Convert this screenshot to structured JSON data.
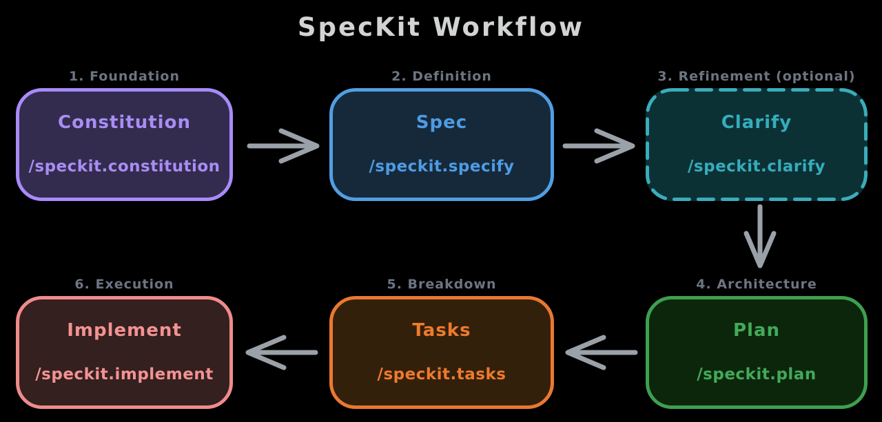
{
  "title": "SpecKit Workflow",
  "colors": {
    "background": "#000000",
    "title": "#d2d3d4",
    "step_label": "#6d7582",
    "arrow": "#9ba1a9"
  },
  "nodes": [
    {
      "id": "constitution",
      "step_label": "1. Foundation",
      "title": "Constitution",
      "command": "/speckit.constitution",
      "border_color": "#a78bfa",
      "fill_color": "#332c4e",
      "text_color": "#a98df5",
      "border_style": "solid"
    },
    {
      "id": "spec",
      "step_label": "2. Definition",
      "title": "Spec",
      "command": "/speckit.specify",
      "border_color": "#519ee2",
      "fill_color": "#16293a",
      "text_color": "#4d9ce4",
      "border_style": "solid"
    },
    {
      "id": "clarify",
      "step_label": "3. Refinement (optional)",
      "title": "Clarify",
      "command": "/speckit.clarify",
      "border_color": "#3bacba",
      "fill_color": "#0c3135",
      "text_color": "#35adbc",
      "border_style": "dashed"
    },
    {
      "id": "plan",
      "step_label": "4. Architecture",
      "title": "Plan",
      "command": "/speckit.plan",
      "border_color": "#3da050",
      "fill_color": "#0c260c",
      "text_color": "#42aa58",
      "border_style": "solid"
    },
    {
      "id": "tasks",
      "step_label": "5. Breakdown",
      "title": "Tasks",
      "command": "/speckit.tasks",
      "border_color": "#ea7832",
      "fill_color": "#33200a",
      "text_color": "#ee7a2e",
      "border_style": "solid"
    },
    {
      "id": "implement",
      "step_label": "6. Execution",
      "title": "Implement",
      "command": "/speckit.implement",
      "border_color": "#f08b8b",
      "fill_color": "#33201f",
      "text_color": "#f49292",
      "border_style": "solid"
    }
  ],
  "edges": [
    {
      "from": "constitution",
      "to": "spec",
      "direction": "right"
    },
    {
      "from": "spec",
      "to": "clarify",
      "direction": "right"
    },
    {
      "from": "clarify",
      "to": "plan",
      "direction": "down"
    },
    {
      "from": "plan",
      "to": "tasks",
      "direction": "left"
    },
    {
      "from": "tasks",
      "to": "implement",
      "direction": "left"
    }
  ]
}
